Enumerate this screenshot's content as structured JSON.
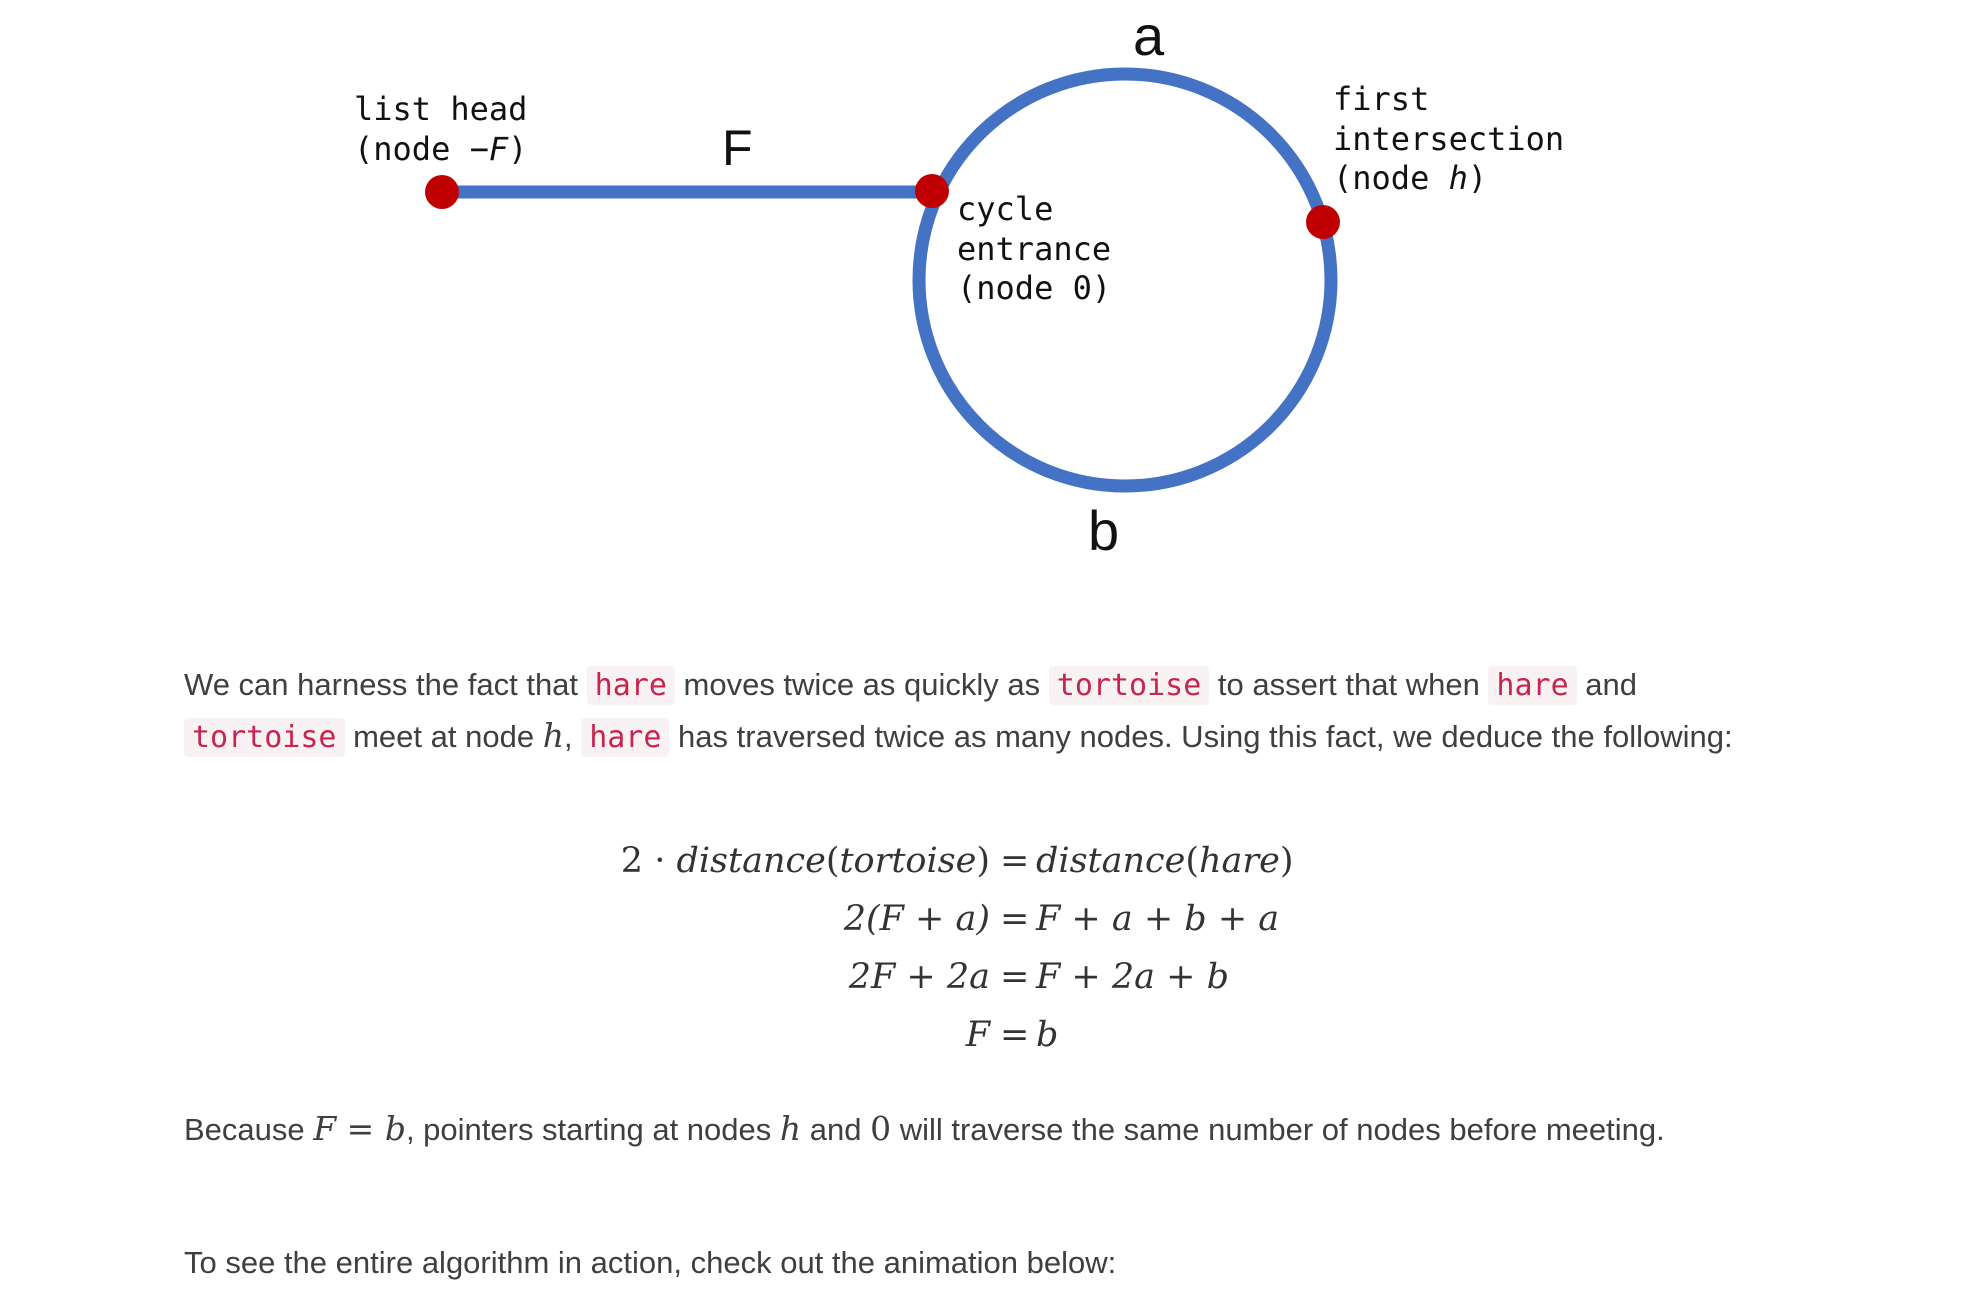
{
  "diagram": {
    "label_head_line1": "list head",
    "label_head_line2_prefix": "(node ",
    "label_head_line2_var": "−F",
    "label_head_line2_suffix": ")",
    "label_F": "F",
    "label_a": "a",
    "label_b": "b",
    "label_entrance_line1": "cycle",
    "label_entrance_line2": "entrance",
    "label_entrance_line3": "(node 0)",
    "label_intersection_line1": "first",
    "label_intersection_line2": "intersection",
    "label_intersection_line3_prefix": "(node ",
    "label_intersection_line3_var": "h",
    "label_intersection_line3_suffix": ")",
    "colors": {
      "path": "#4472c4",
      "node": "#c00000"
    }
  },
  "para1": {
    "t1": "We can harness the fact that ",
    "c1": "hare",
    "t2": " moves twice as quickly as ",
    "c2": "tortoise",
    "t3": " to assert that when ",
    "c3": "hare",
    "t4": " and ",
    "c4": "tortoise",
    "t5": " meet at node ",
    "m1": "h",
    "t6": ", ",
    "c5": "hare",
    "t7": " has traversed twice as many nodes. Using this fact, we deduce the following:"
  },
  "equations": [
    {
      "lhs_num": "2 · ",
      "lhs_fn": "distance",
      "lhs_arg": "tortoise",
      "sign": "=",
      "rhs_fn": "distance",
      "rhs_arg": "hare"
    },
    {
      "lhs": "2(F + a)",
      "sign": "=",
      "rhs": "F + a + b + a"
    },
    {
      "lhs": "2F + 2a",
      "sign": "=",
      "rhs": "F + 2a + b"
    },
    {
      "lhs": "F",
      "sign": "=",
      "rhs": "b"
    }
  ],
  "para2": {
    "t1": "Because ",
    "m1": "F",
    "m2": " = ",
    "m3": "b",
    "t2": ", pointers starting at nodes ",
    "m4": "h",
    "t3": " and ",
    "m5": "0",
    "t4": " will traverse the same number of nodes before meeting."
  },
  "para3": {
    "t1": "To see the entire algorithm in action, check out the animation below:"
  }
}
